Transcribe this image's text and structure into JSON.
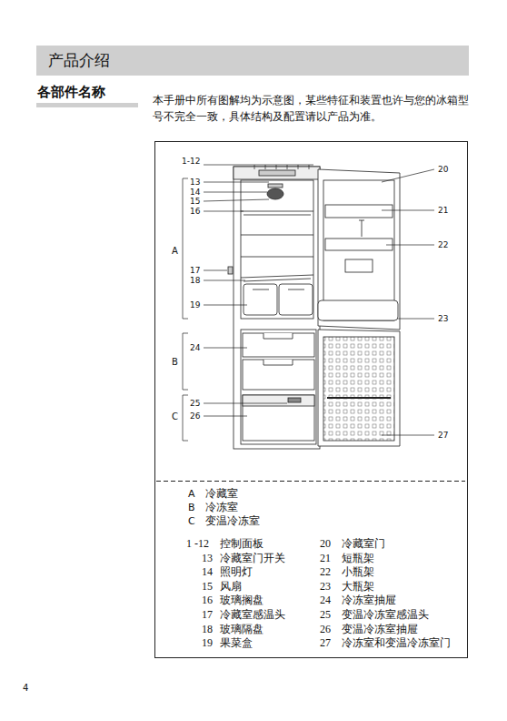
{
  "diagram": {
    "nodes": [
      {
        "text": [
          "产品介绍"
        ]
      }
    ],
    "labels": [
      "各部件名称",
      "本手册中所有图解均为示意图，某些特征和装置也许与您的冰箱型号不完全一致，具体结构及配置请以产品为准。",
      "1-12",
      "13",
      "14",
      "15",
      "16",
      "A",
      "17",
      "18",
      "19",
      "24",
      "B",
      "25",
      "26",
      "C",
      "20",
      "21",
      "22",
      "23",
      "27",
      "A",
      "冷藏室",
      "B",
      "冷冻室",
      "C",
      "变温冷冻室",
      "1 -12",
      "控制面板",
      "13",
      "冷藏室门开关",
      "14",
      "照明灯",
      "15",
      "风扇",
      "16",
      "玻璃搁盘",
      "17",
      "冷藏室感温头",
      "18",
      "玻璃隔盘",
      "19",
      "果菜盒",
      "20",
      "冷藏室门",
      "21",
      "短瓶架",
      "22",
      "小瓶架",
      "23",
      "大瓶架",
      "24",
      "冷冻室抽屉",
      "25",
      "变温冷冻室感温头",
      "26",
      "变温冷冻室抽屉",
      "27",
      "冷冻室和变温冷冻室门",
      "4"
    ]
  }
}
